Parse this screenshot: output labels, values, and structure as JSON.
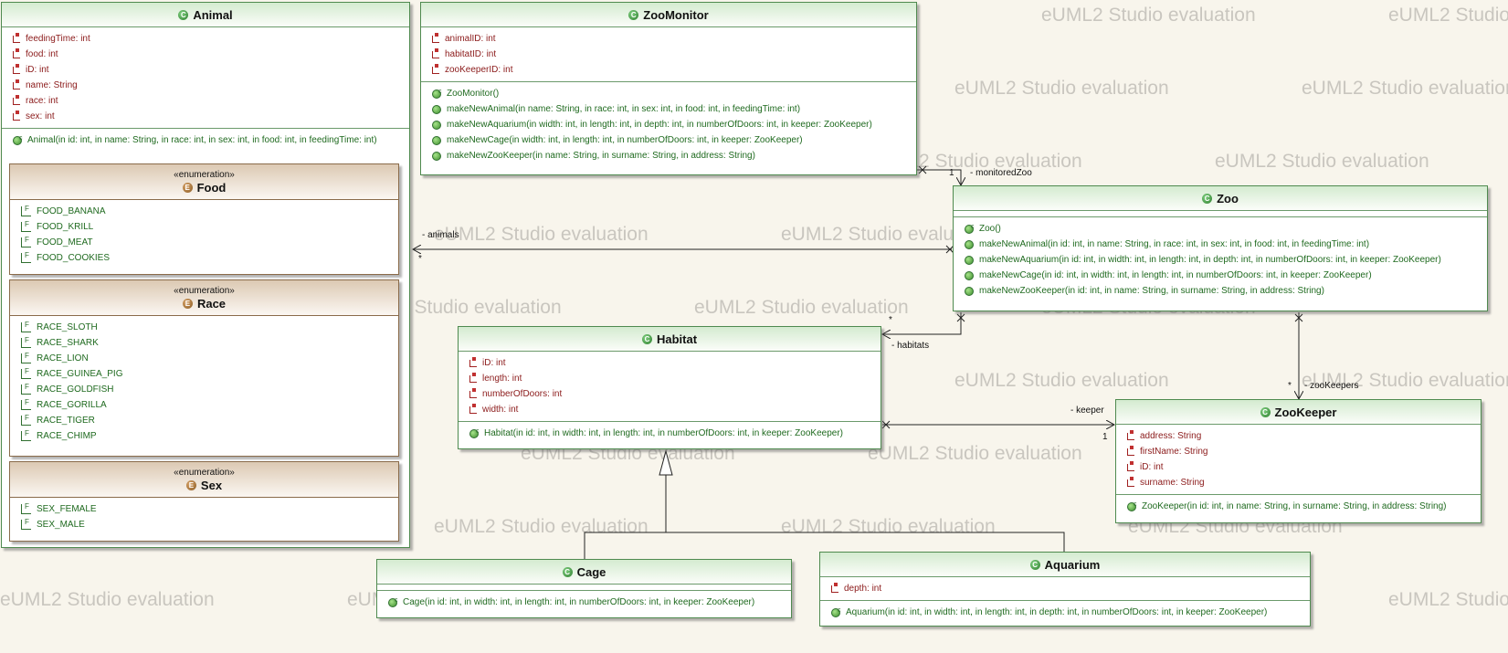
{
  "watermark": "eUML2 Studio evaluation",
  "classes": {
    "animal": {
      "name": "Animal",
      "attributes": [
        "feedingTime: int",
        "food: int",
        "iD: int",
        "name: String",
        "race: int",
        "sex: int"
      ],
      "operations": [
        "Animal(in id: int, in name: String, in race: int, in sex: int, in food: int, in feedingTime: int)"
      ]
    },
    "food": {
      "stereotype": "«enumeration»",
      "name": "Food",
      "literals": [
        "FOOD_BANANA",
        "FOOD_KRILL",
        "FOOD_MEAT",
        "FOOD_COOKIES"
      ]
    },
    "race": {
      "stereotype": "«enumeration»",
      "name": "Race",
      "literals": [
        "RACE_SLOTH",
        "RACE_SHARK",
        "RACE_LION",
        "RACE_GUINEA_PIG",
        "RACE_GOLDFISH",
        "RACE_GORILLA",
        "RACE_TIGER",
        "RACE_CHIMP"
      ]
    },
    "sex": {
      "stereotype": "«enumeration»",
      "name": "Sex",
      "literals": [
        "SEX_FEMALE",
        "SEX_MALE"
      ]
    },
    "zoomonitor": {
      "name": "ZooMonitor",
      "attributes": [
        "animalID: int",
        "habitatID: int",
        "zooKeeperID: int"
      ],
      "operations": [
        "ZooMonitor()",
        "makeNewAnimal(in name: String, in race: int, in sex: int, in food: int, in feedingTime: int)",
        "makeNewAquarium(in width: int, in length: int, in depth: int, in numberOfDoors: int, in keeper: ZooKeeper)",
        "makeNewCage(in width: int, in length: int, in numberOfDoors: int, in keeper: ZooKeeper)",
        "makeNewZooKeeper(in name: String, in surname: String, in address: String)"
      ]
    },
    "zoo": {
      "name": "Zoo",
      "operations": [
        "Zoo()",
        "makeNewAnimal(in id: int, in name: String, in race: int, in sex: int, in food: int, in feedingTime: int)",
        "makeNewAquarium(in id: int, in width: int, in length: int, in depth: int, in numberOfDoors: int, in keeper: ZooKeeper)",
        "makeNewCage(in id: int, in width: int, in length: int, in numberOfDoors: int, in keeper: ZooKeeper)",
        "makeNewZooKeeper(in id: int, in name: String, in surname: String, in address: String)"
      ]
    },
    "habitat": {
      "name": "Habitat",
      "attributes": [
        "iD: int",
        "length: int",
        "numberOfDoors: int",
        "width: int"
      ],
      "operations": [
        "Habitat(in id: int, in width: int, in length: int, in numberOfDoors: int, in keeper: ZooKeeper)"
      ]
    },
    "zookeeper": {
      "name": "ZooKeeper",
      "attributes": [
        "address: String",
        "firstName: String",
        "iD: int",
        "surname: String"
      ],
      "operations": [
        "ZooKeeper(in id: int, in name: String, in surname: String, in address: String)"
      ]
    },
    "cage": {
      "name": "Cage",
      "operations": [
        "Cage(in id: int, in width: int, in length: int, in numberOfDoors: int, in keeper: ZooKeeper)"
      ]
    },
    "aquarium": {
      "name": "Aquarium",
      "attributes": [
        "depth: int"
      ],
      "operations": [
        "Aquarium(in id: int, in width: int, in length: int, in depth: int, in numberOfDoors: int, in keeper: ZooKeeper)"
      ]
    }
  },
  "associations": {
    "animals_role": "- animals",
    "animals_mult": "*",
    "monitored_role": "- monitoredZoo",
    "monitored_mult": "1",
    "habitats_role": "- habitats",
    "habitats_mult": "*",
    "keepers_role": "- zooKeepers",
    "keepers_mult": "*",
    "keeper_role": "- keeper",
    "keeper_mult": "1"
  }
}
